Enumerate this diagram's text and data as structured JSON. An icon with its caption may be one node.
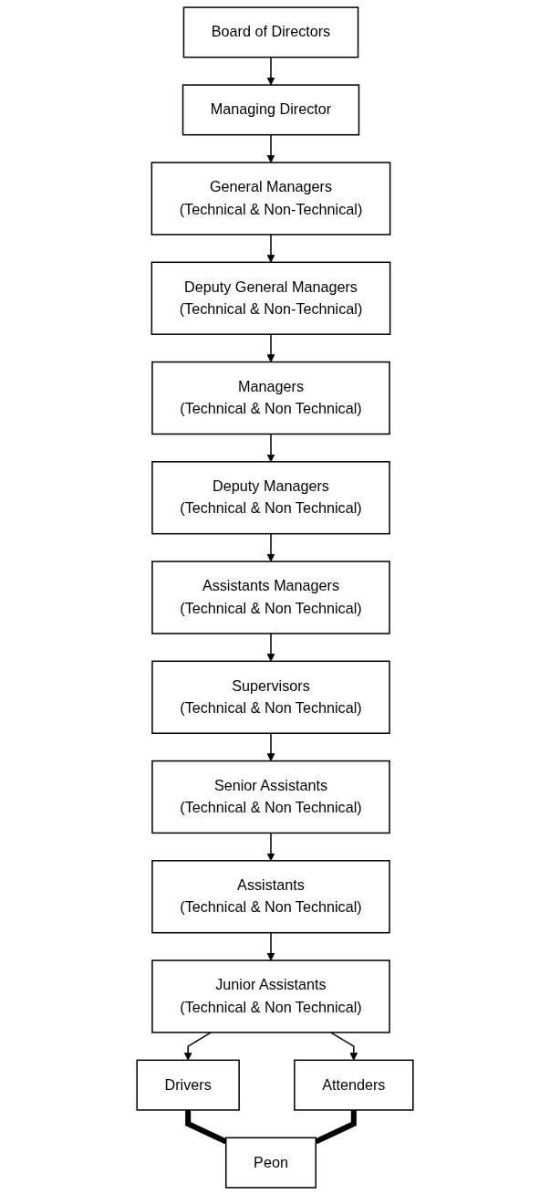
{
  "diagram": {
    "nodes": [
      {
        "text": [
          "Board of Directors"
        ]
      },
      {
        "text": [
          "Managing Director"
        ]
      },
      {
        "text": [
          "General Managers",
          "(Technical & Non-Technical)"
        ]
      },
      {
        "text": [
          "Deputy General Managers",
          "(Technical & Non-Technical)"
        ]
      },
      {
        "text": [
          "Managers",
          "(Technical & Non Technical)"
        ]
      },
      {
        "text": [
          "Deputy Managers",
          "(Technical & Non Technical)"
        ]
      },
      {
        "text": [
          "Assistants Managers",
          "(Technical & Non Technical)"
        ]
      },
      {
        "text": [
          "Supervisors",
          "(Technical & Non Technical)"
        ]
      },
      {
        "text": [
          "Senior Assistants",
          "(Technical & Non Technical)"
        ]
      },
      {
        "text": [
          "Assistants",
          "(Technical & Non Technical)"
        ]
      },
      {
        "text": [
          "Junior Assistants",
          "(Technical & Non Technical)"
        ]
      },
      {
        "text": [
          "Drivers"
        ]
      },
      {
        "text": [
          "Attenders"
        ]
      },
      {
        "text": [
          "Peon"
        ]
      }
    ],
    "edges": [
      {
        "from": 0,
        "to": 1,
        "arrow": "to"
      },
      {
        "from": 1,
        "to": 2,
        "arrow": "to"
      },
      {
        "from": 2,
        "to": 3,
        "arrow": "to"
      },
      {
        "from": 3,
        "to": 4,
        "arrow": "to"
      },
      {
        "from": 4,
        "to": 5,
        "arrow": "to"
      },
      {
        "from": 5,
        "to": 6,
        "arrow": "to"
      },
      {
        "from": 6,
        "to": 7,
        "arrow": "to"
      },
      {
        "from": 7,
        "to": 8,
        "arrow": "to"
      },
      {
        "from": 8,
        "to": 9,
        "arrow": "to"
      },
      {
        "from": 9,
        "to": 10,
        "arrow": "to"
      },
      {
        "from": 10,
        "to": 11,
        "arrow": "to"
      },
      {
        "from": 10,
        "to": 12,
        "arrow": "to"
      },
      {
        "from": 11,
        "to": 13,
        "arrow": "none",
        "style": "thick"
      },
      {
        "from": 12,
        "to": 13,
        "arrow": "none",
        "style": "thick"
      }
    ]
  }
}
